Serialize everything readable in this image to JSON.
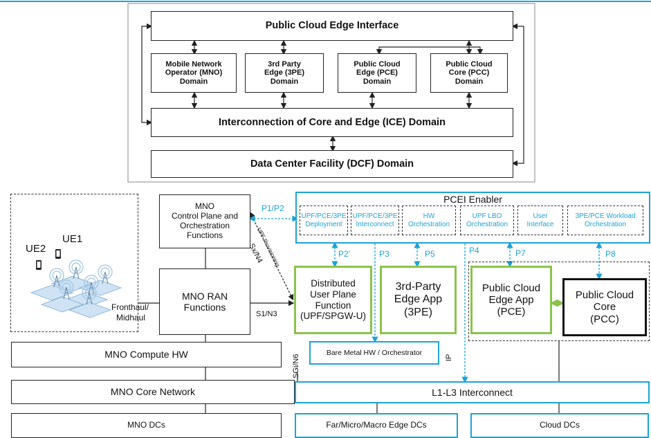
{
  "top": {
    "pcei_interface": "Public Cloud Edge Interface",
    "mno_domain": [
      "Mobile Network",
      "Operator (MNO)",
      "Domain"
    ],
    "tpe_domain": [
      "3rd Party",
      "Edge (3PE)",
      "Domain"
    ],
    "pce_domain": [
      "Public Cloud",
      "Edge (PCE)",
      "Domain"
    ],
    "pcc_domain": [
      "Public Cloud",
      "Core (PCC)",
      "Domain"
    ],
    "ice_domain": "Interconnection of Core and Edge (ICE) Domain",
    "dcf_domain": "Data Center Facility (DCF) Domain"
  },
  "bottom": {
    "ue1": "UE1",
    "ue2": "UE2",
    "mno_cp": [
      "MNO",
      "Control Plane and",
      "Orchestration",
      "Functions"
    ],
    "mno_ran": [
      "MNO RAN",
      "Functions"
    ],
    "fronthaul": [
      "Fronthaul/",
      "Midhaul"
    ],
    "s1n3": "S1/N3",
    "sxn4": "Sx/N4",
    "upf_prov": "UPF Provisioning",
    "p1p2": "P1/P2",
    "pcei_enabler": "PCEI Enabler",
    "enabler_items": [
      [
        "UPF/PCE/3PE",
        "Deployment"
      ],
      [
        "UPF/PCE/3PE",
        "Interconnect"
      ],
      [
        "HW",
        "Orchestration"
      ],
      [
        "UPF LBO",
        "Orchestration"
      ],
      [
        "User",
        "Interface"
      ],
      [
        "3PE/PCE Workload",
        "Orchestration"
      ]
    ],
    "p2prime": "P2’",
    "p3": "P3",
    "p4": "P4",
    "p5": "P5",
    "p7": "P7",
    "p8": "P8",
    "dupf": [
      "Distributed",
      "User Plane",
      "Function",
      "(UPF/SPGW-U)"
    ],
    "tpe_app": [
      "3rd-Party",
      "Edge App",
      "(3PE)"
    ],
    "pce_app": [
      "Public Cloud",
      "Edge App",
      "(PCE)"
    ],
    "pcc": [
      "Public Cloud",
      "Core",
      "(PCC)"
    ],
    "bare_metal": "Bare Metal HW / Orchestrator",
    "sgi_n6": "SGi/N6",
    "ip": "IP",
    "mno_compute": "MNO Compute HW",
    "mno_core": "MNO Core Network",
    "mno_dcs": "MNO DCs",
    "l1l3": "L1-L3 Interconnect",
    "edge_dcs": "Far/Micro/Macro Edge DCs",
    "cloud_dcs": "Cloud DCs"
  },
  "colors": {
    "blue": "#1ba3d6",
    "green": "#8bc34a",
    "black": "#111111"
  }
}
